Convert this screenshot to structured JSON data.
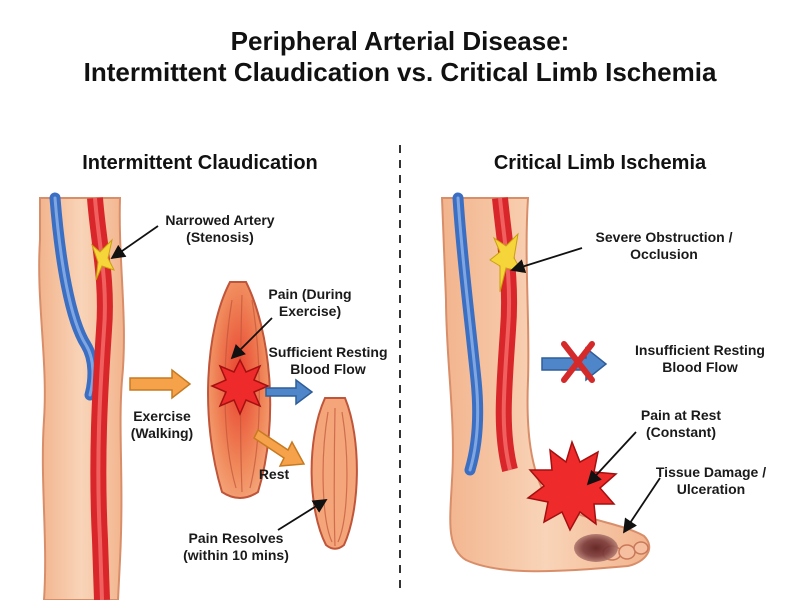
{
  "title": {
    "line1": "Peripheral Arterial Disease:",
    "line2": "Intermittent Claudication vs. Critical Limb Ischemia"
  },
  "left_panel": {
    "heading": "Intermittent Claudication",
    "labels": {
      "narrowed_artery": "Narrowed Artery",
      "narrowed_artery_sub": "(Stenosis)",
      "pain_exercise": "Pain (During",
      "pain_exercise_sub": "Exercise)",
      "sufficient_flow": "Sufficient Resting",
      "sufficient_flow_sub": "Blood Flow",
      "exercise": "Exercise",
      "exercise_sub": "(Walking)",
      "rest": "Rest",
      "pain_resolves": "Pain Resolves",
      "pain_resolves_sub": "(within 10 mins)"
    }
  },
  "right_panel": {
    "heading": "Critical Limb Ischemia",
    "labels": {
      "obstruction": "Severe Obstruction /",
      "obstruction_sub": "Occlusion",
      "insufficient_flow": "Insufficient Resting",
      "insufficient_flow_sub": "Blood Flow",
      "pain_rest": "Pain at Rest",
      "pain_rest_sub": "(Constant)",
      "tissue_damage": "Tissue Damage /",
      "tissue_damage_sub": "Ulceration"
    }
  },
  "colors": {
    "skin": "#f6c7a5",
    "skin_outline": "#d98e6a",
    "artery": "#d9262b",
    "vein": "#3a6fc4",
    "plaque": "#f5d53a",
    "muscle": "#f08a5c",
    "pain_burst": "#ee2a2a",
    "arrow_orange": "#f5a24a",
    "arrow_blue": "#4f86c9",
    "cross_red": "#d42a2a"
  }
}
